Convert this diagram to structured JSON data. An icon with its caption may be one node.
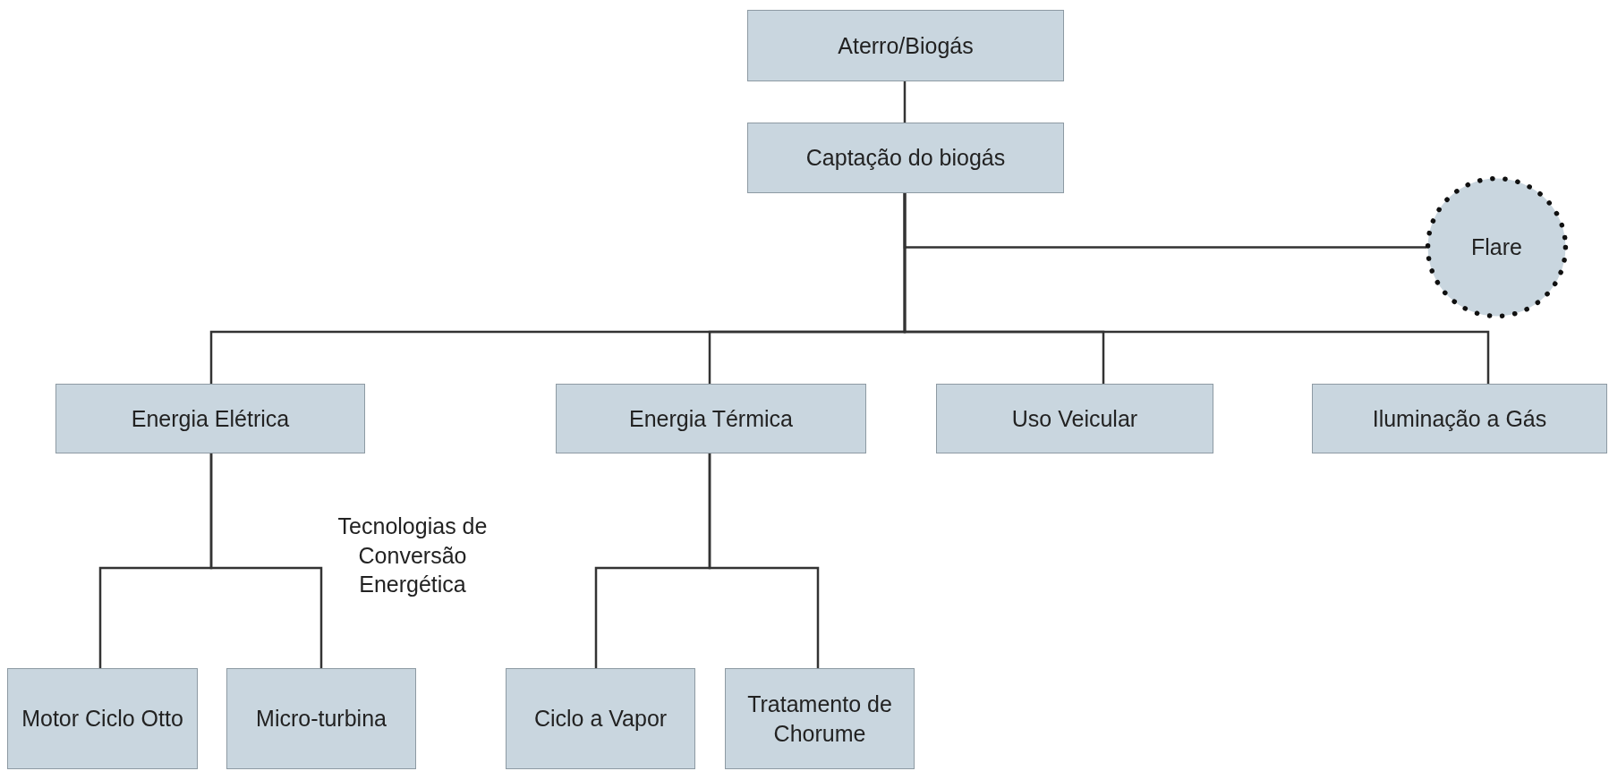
{
  "diagram": {
    "nodes": [
      {
        "text": [
          "Aterro/Biogás"
        ]
      },
      {
        "text": [
          "Captação do biogás"
        ]
      },
      {
        "text": [
          "Flare"
        ]
      },
      {
        "text": [
          "Energia Elétrica"
        ]
      },
      {
        "text": [
          "Energia Térmica"
        ]
      },
      {
        "text": [
          "Uso Veicular"
        ]
      },
      {
        "text": [
          "Iluminação a Gás"
        ]
      },
      {
        "text": [
          "Motor Ciclo Otto"
        ]
      },
      {
        "text": [
          "Micro-turbina"
        ]
      },
      {
        "text": [
          "Ciclo a Vapor"
        ]
      },
      {
        "text": [
          "Tratamento de Chorume"
        ]
      }
    ],
    "edges": [
      {
        "from": 0,
        "to": 1,
        "arrow": "none"
      },
      {
        "from": 1,
        "to": 2,
        "arrow": "none"
      },
      {
        "from": 1,
        "to": 3,
        "arrow": "none"
      },
      {
        "from": 1,
        "to": 4,
        "arrow": "none"
      },
      {
        "from": 1,
        "to": 5,
        "arrow": "none"
      },
      {
        "from": 1,
        "to": 6,
        "arrow": "none"
      },
      {
        "from": 3,
        "to": 7,
        "arrow": "none"
      },
      {
        "from": 3,
        "to": 8,
        "arrow": "none"
      },
      {
        "from": 4,
        "to": 9,
        "arrow": "none"
      },
      {
        "from": 4,
        "to": 10,
        "arrow": "none"
      }
    ],
    "labels": [
      "Tecnologias de Conversão Energética"
    ]
  }
}
